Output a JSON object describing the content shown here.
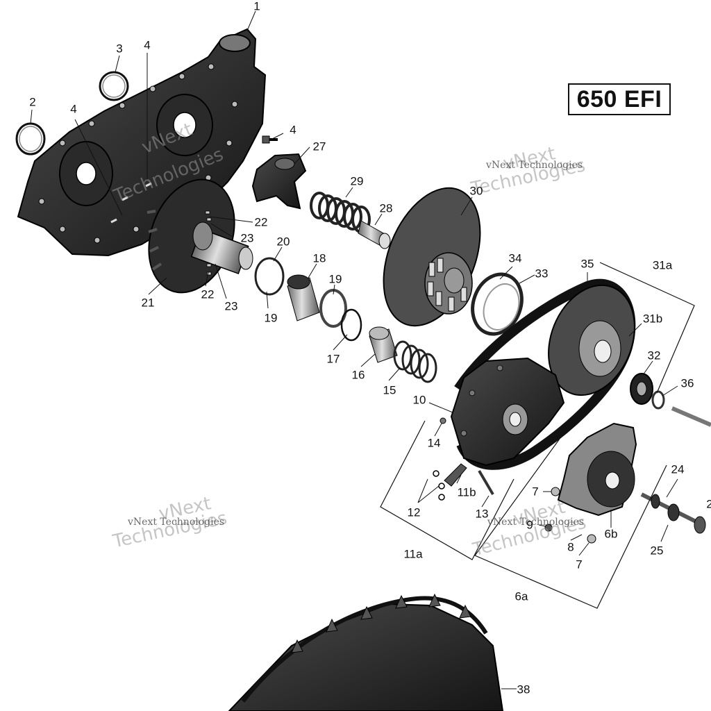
{
  "model_label": "650 EFI",
  "watermarks": [
    "vNext",
    "Technologies",
    "vNext Technologies"
  ],
  "callouts": [
    {
      "id": "c1",
      "text": "1"
    },
    {
      "id": "c2",
      "text": "2"
    },
    {
      "id": "c3",
      "text": "3"
    },
    {
      "id": "c4a",
      "text": "4"
    },
    {
      "id": "c4b",
      "text": "4"
    },
    {
      "id": "c4c",
      "text": "4"
    },
    {
      "id": "c27",
      "text": "27"
    },
    {
      "id": "c29",
      "text": "29"
    },
    {
      "id": "c28",
      "text": "28"
    },
    {
      "id": "c30",
      "text": "30"
    },
    {
      "id": "c22a",
      "text": "22"
    },
    {
      "id": "c23a",
      "text": "23"
    },
    {
      "id": "c20",
      "text": "20"
    },
    {
      "id": "c18",
      "text": "18"
    },
    {
      "id": "c19a",
      "text": "19"
    },
    {
      "id": "c19b",
      "text": "19"
    },
    {
      "id": "c21",
      "text": "21"
    },
    {
      "id": "c22b",
      "text": "22"
    },
    {
      "id": "c23b",
      "text": "23"
    },
    {
      "id": "c17",
      "text": "17"
    },
    {
      "id": "c16",
      "text": "16"
    },
    {
      "id": "c15",
      "text": "15"
    },
    {
      "id": "c34",
      "text": "34"
    },
    {
      "id": "c33",
      "text": "33"
    },
    {
      "id": "c35",
      "text": "35"
    },
    {
      "id": "c31a",
      "text": "31a"
    },
    {
      "id": "c31b",
      "text": "31b"
    },
    {
      "id": "c32",
      "text": "32"
    },
    {
      "id": "c36",
      "text": "36"
    },
    {
      "id": "c10",
      "text": "10"
    },
    {
      "id": "c14",
      "text": "14"
    },
    {
      "id": "c24",
      "text": "24"
    },
    {
      "id": "c2r",
      "text": "2"
    },
    {
      "id": "c7a",
      "text": "7"
    },
    {
      "id": "c11b",
      "text": "11b"
    },
    {
      "id": "c12",
      "text": "12"
    },
    {
      "id": "c13",
      "text": "13"
    },
    {
      "id": "c9",
      "text": "9"
    },
    {
      "id": "c6b",
      "text": "6b"
    },
    {
      "id": "c8",
      "text": "8"
    },
    {
      "id": "c7b",
      "text": "7"
    },
    {
      "id": "c25",
      "text": "25"
    },
    {
      "id": "c11a",
      "text": "11a"
    },
    {
      "id": "c6a",
      "text": "6a"
    },
    {
      "id": "c38",
      "text": "38"
    }
  ]
}
